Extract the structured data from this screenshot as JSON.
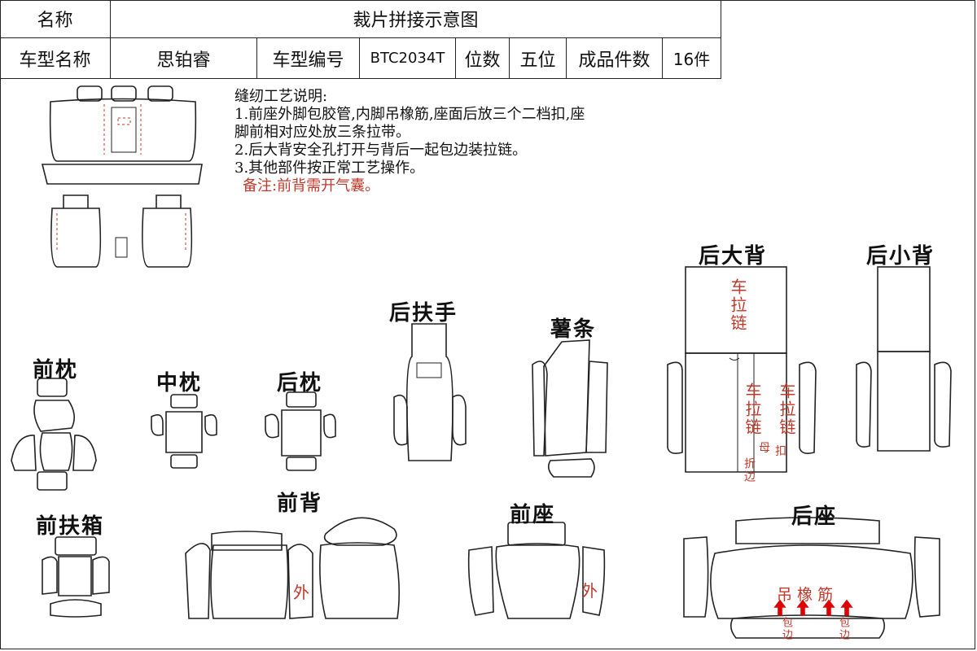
{
  "header": {
    "name_label": "名称",
    "doc_title": "裁片拼接示意图",
    "model_name_label": "车型名称",
    "model_name": "思铂睿",
    "model_code_label": "车型编号",
    "model_code": "BTC2034T",
    "seats_label": "位数",
    "seats": "五位",
    "pieces_label": "成品件数",
    "pieces": "16件"
  },
  "notes": {
    "title": "缝纫工艺说明:",
    "line1": "1.前座外脚包胶管,内脚吊橡筋,座面后放三个二档扣,座",
    "line1b": "脚前相对应处放三条拉带。",
    "line2": "2.后大背安全孔打开与背后一起包边装拉链。",
    "line3": "3.其他部件按正常工艺操作。",
    "remark": "备注:前背需开气囊。"
  },
  "parts": {
    "front_pillow": "前枕",
    "middle_pillow": "中枕",
    "rear_pillow": "后枕",
    "rear_armrest": "后扶手",
    "strip": "薯条",
    "rear_large_back": "后大背",
    "rear_small_back": "后小背",
    "front_armbox": "前扶箱",
    "front_back": "前背",
    "front_seat": "前座",
    "rear_seat": "后座"
  },
  "annotations": {
    "zipper_a": "车拉链",
    "zipper_b": "车拉链",
    "zipper_c": "车拉链",
    "female": "母",
    "buckle": "扣",
    "fold": "折边",
    "outer_a": "外",
    "outer_b": "外",
    "elastic": "吊 橡 筋",
    "hem_a": "包边",
    "hem_b": "包边"
  }
}
